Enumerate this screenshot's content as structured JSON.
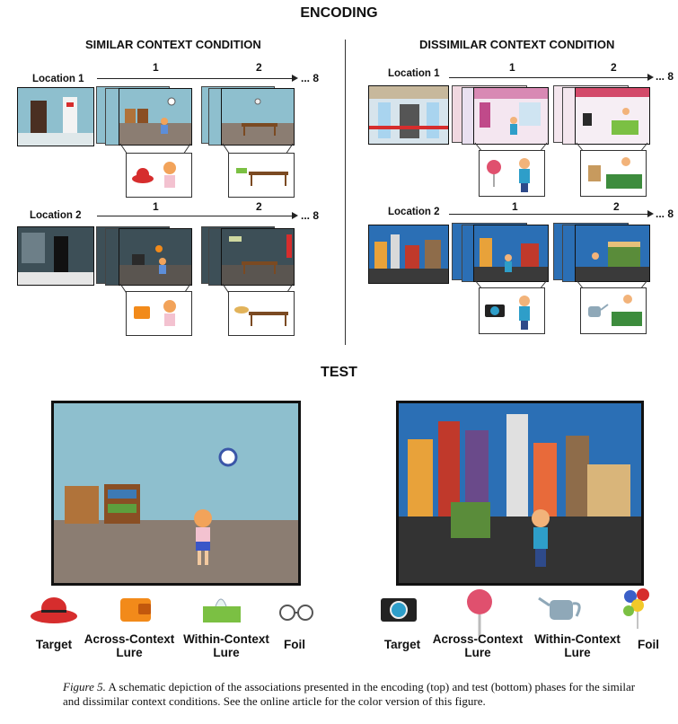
{
  "encoding_title": "ENCODING",
  "test_title": "TEST",
  "similar": {
    "title": "SIMILAR CONTEXT CONDITION",
    "locations": [
      {
        "label": "Location 1",
        "step1": "1",
        "step2": "2",
        "end": "... 8"
      },
      {
        "label": "Location 2",
        "step1": "1",
        "step2": "2",
        "end": "... 8"
      }
    ]
  },
  "dissimilar": {
    "title": "DISSIMILAR CONTEXT CONDITION",
    "locations": [
      {
        "label": "Location 1",
        "step1": "1",
        "step2": "2",
        "end": "... 8"
      },
      {
        "label": "Location 2",
        "step1": "1",
        "step2": "2",
        "end": "... 8"
      }
    ]
  },
  "test_left_labels": [
    "Target",
    "Across-Context\nLure",
    "Within-Context\nLure",
    "Foil"
  ],
  "test_right_labels": [
    "Target",
    "Across-Context\nLure",
    "Within-Context\nLure",
    "Foil"
  ],
  "caption": {
    "figure_label": "Figure 5.",
    "text": "  A schematic depiction of the associations presented in the encoding (top) and test (bottom) phases for the similar and dissimilar context conditions. See the online article for the color version of this figure."
  },
  "colors": {
    "wall_blue": "#8ebfce",
    "carpet": "#8b7d72",
    "dark_room": "#3d4f57",
    "city_sky": "#2b6fb5",
    "red": "#d62d2d"
  }
}
